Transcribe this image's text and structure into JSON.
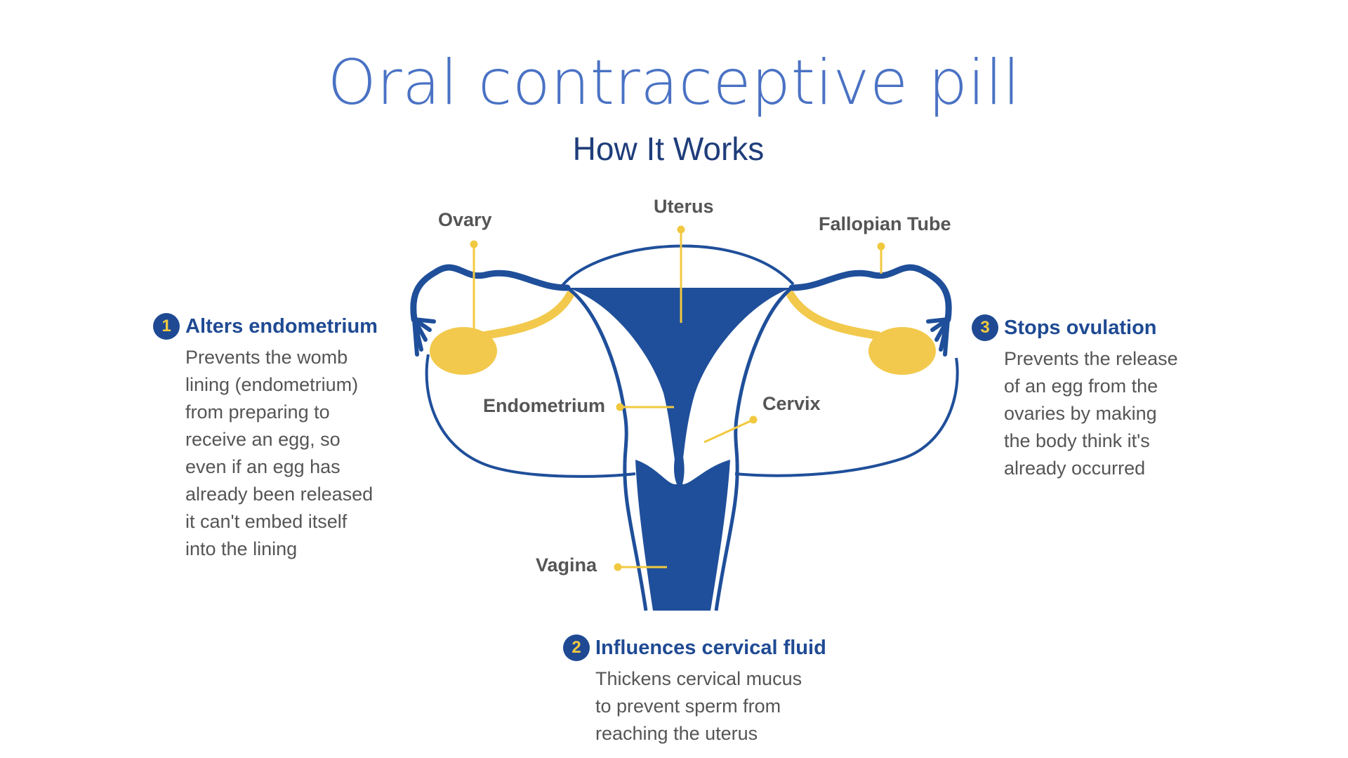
{
  "title": "Oral contraceptive pill",
  "subtitle": "How It Works",
  "labels": {
    "ovary": "Ovary",
    "uterus": "Uterus",
    "fallopian_tube": "Fallopian Tube",
    "endometrium": "Endometrium",
    "cervix": "Cervix",
    "vagina": "Vagina"
  },
  "steps": [
    {
      "number": "1",
      "title": "Alters endometrium",
      "lines": [
        "Prevents the womb",
        "lining (endometrium)",
        "from preparing to",
        "receive an egg, so",
        "even if an egg has",
        "already been released",
        "it can't embed itself",
        "into the lining"
      ]
    },
    {
      "number": "2",
      "title": "Influences cervical fluid",
      "lines": [
        "Thickens cervical mucus",
        "to prevent sperm from",
        "reaching the uterus"
      ]
    },
    {
      "number": "3",
      "title": "Stops ovulation",
      "lines": [
        "Prevents the release",
        "of an egg from the",
        "ovaries by making",
        "the body think it's",
        "already occurred"
      ]
    }
  ],
  "colors": {
    "title": "#4a72c4",
    "organ_blue": "#1f4f9a",
    "ovary_yellow": "#f2c94c",
    "pointer": "#f1c940",
    "text": "#555555"
  }
}
